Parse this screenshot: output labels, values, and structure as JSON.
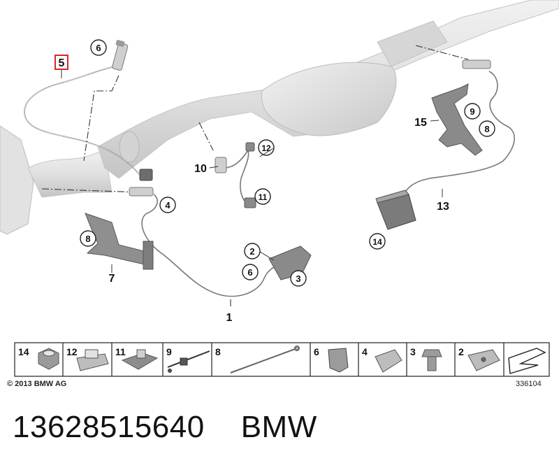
{
  "diagram": {
    "callouts": [
      "1",
      "2",
      "3",
      "4",
      "5",
      "6",
      "7",
      "8",
      "9",
      "10",
      "11",
      "12",
      "13",
      "14",
      "15"
    ],
    "circled": {
      "c6_top": "6",
      "c4": "4",
      "c8_left": "8",
      "c12": "12",
      "c11": "11",
      "c2": "2",
      "c6_mid": "6",
      "c3": "3",
      "c9": "9",
      "c8_right": "8",
      "c14": "14"
    },
    "plain": {
      "p5": "5",
      "p7": "7",
      "p10": "10",
      "p1": "1",
      "p15": "15",
      "p13": "13"
    }
  },
  "legend": {
    "cells": [
      "14",
      "12",
      "11",
      "9",
      "8",
      "6",
      "4",
      "3",
      "2"
    ]
  },
  "footer": {
    "copyright": "© 2013 BMW AG",
    "drawing_no": "336104"
  },
  "caption": {
    "part_number": "13628515640",
    "brand": "BMW"
  },
  "colors": {
    "pipe_fill": "#e4e4e4",
    "pipe_shade": "#c9c9c9",
    "line": "#666666",
    "highlight": "#d9262b"
  }
}
